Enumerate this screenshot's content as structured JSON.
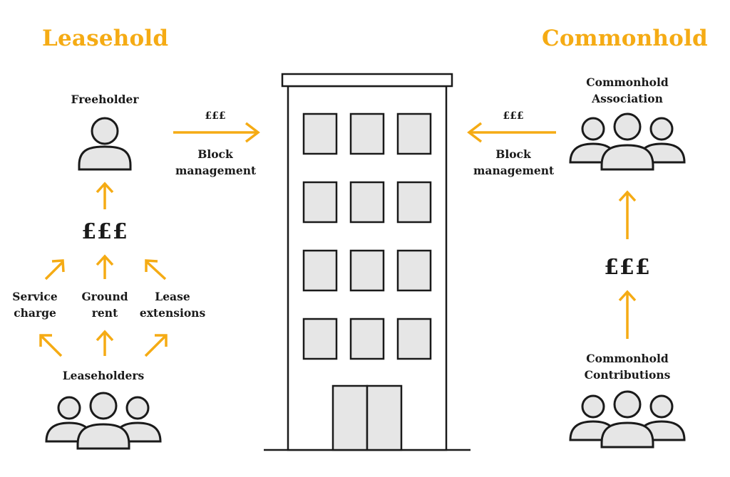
{
  "leasehold": {
    "heading": "Leasehold",
    "freeholder_label": "Freeholder",
    "money_to_building": "£££",
    "block_management": [
      "Block",
      "management"
    ],
    "money_center": "£££",
    "streams": [
      {
        "line1": "Service",
        "line2": "charge"
      },
      {
        "line1": "Ground",
        "line2": "rent"
      },
      {
        "line1": "Lease",
        "line2": "extensions"
      }
    ],
    "leaseholders_label": "Leaseholders"
  },
  "commonhold": {
    "heading": "Commonhold",
    "association_label": [
      "Commonhold",
      "Association"
    ],
    "money_to_building": "£££",
    "block_management": [
      "Block",
      "management"
    ],
    "money_center": "£££",
    "contributions_label": [
      "Commonhold",
      "Contributions"
    ]
  },
  "colors": {
    "accent": "#f5ab14",
    "ink": "#1a1a1a",
    "fill_grey": "#e6e6e6"
  }
}
